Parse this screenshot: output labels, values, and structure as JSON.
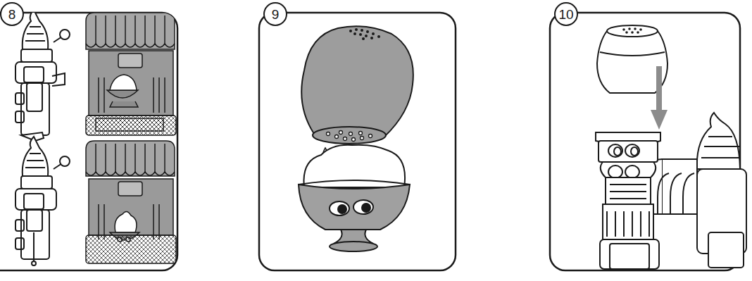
{
  "diagram": {
    "nodes": [
      {
        "text": [
          "8"
        ]
      },
      {
        "text": [
          "9"
        ]
      },
      {
        "text": [
          "10"
        ]
      }
    ]
  }
}
